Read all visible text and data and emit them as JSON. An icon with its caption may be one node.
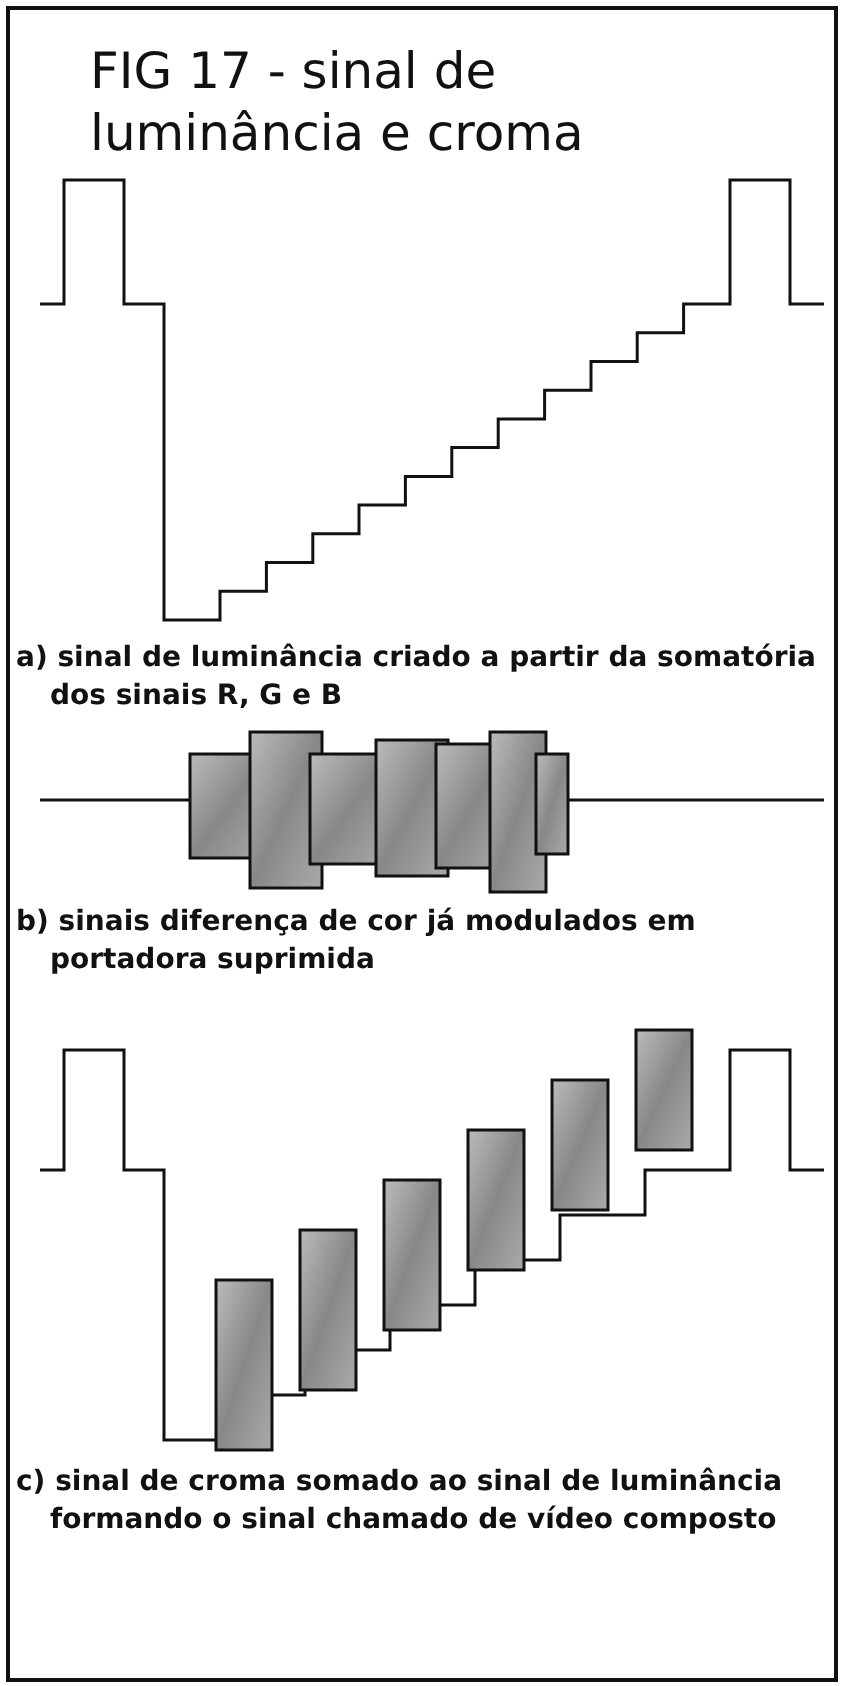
{
  "diagram": {
    "title": "FIG 17 - sinal de luminância e croma",
    "labels": [
      "a) sinal de luminância criado a partir da somatória dos sinais R, G e B",
      "b) sinais diferença de cor já modulados em portadora suprimida",
      "c) sinal de croma somado ao sinal de luminância formando o sinal chamado de vídeo composto"
    ]
  }
}
